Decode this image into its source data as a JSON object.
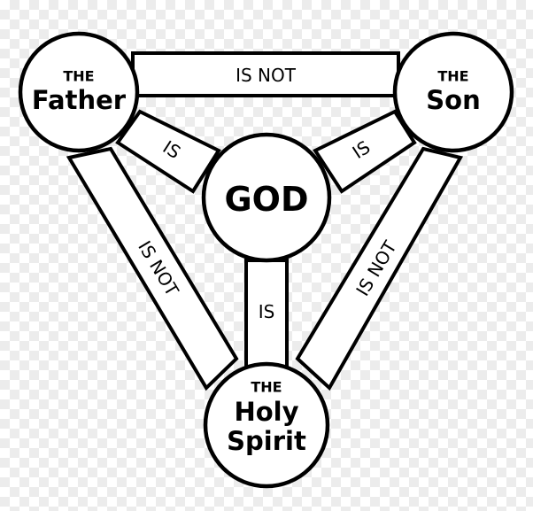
{
  "nodes": {
    "father": {
      "line1": "THE",
      "line2": "Father"
    },
    "son": {
      "line1": "THE",
      "line2": "Son"
    },
    "spirit": {
      "line1": "THE",
      "line2": "Holy",
      "line3": "Spirit"
    },
    "god": {
      "label": "GOD"
    }
  },
  "edges": {
    "father_son": "IS NOT",
    "father_spirit": "IS NOT",
    "son_spirit": "IS NOT",
    "father_god": "IS",
    "son_god": "IS",
    "spirit_god": "IS"
  },
  "colors": {
    "stroke": "#000000",
    "fill": "#ffffff"
  }
}
